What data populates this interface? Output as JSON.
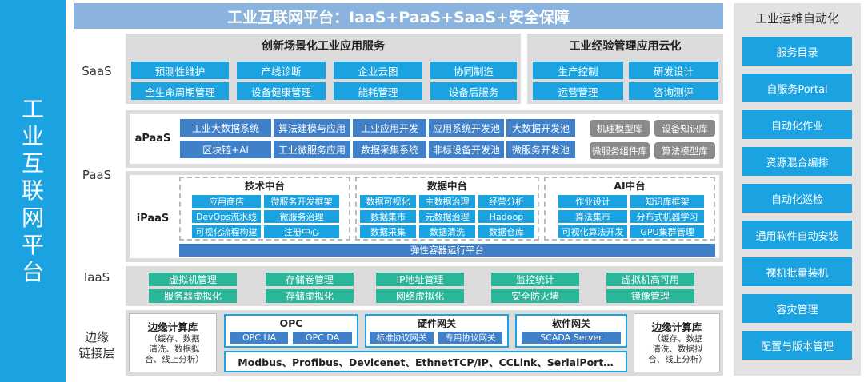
{
  "left_title": [
    "工",
    "业",
    "互",
    "联",
    "网",
    "平",
    "台"
  ],
  "banner": "工业互联网平台：IaaS+PaaS+SaaS+安全保障",
  "ops": {
    "title": "工业运维自动化",
    "items": [
      "服务目录",
      "自服务Portal",
      "自动化作业",
      "资源混合编排",
      "自动化巡检",
      "通用软件自动安装",
      "裸机批量装机",
      "容灾管理",
      "配置与版本管理"
    ]
  },
  "layers": {
    "saas": "SaaS",
    "paas": "PaaS",
    "iaas": "IaaS",
    "edge": [
      "边缘",
      "链接层"
    ]
  },
  "saas": {
    "left_title": "创新场景化工业应用服务",
    "left_items": [
      "预测性维护",
      "产线诊断",
      "企业云图",
      "协同制造",
      "全生命周期管理",
      "设备健康管理",
      "能耗管理",
      "设备后服务"
    ],
    "right_title": "工业经验管理应用云化",
    "right_items": [
      "生产控制",
      "研发设计",
      "运营管理",
      "咨询测评"
    ]
  },
  "apaas": {
    "label": "aPaaS",
    "items": [
      "工业大数据系统",
      "算法建模与应用",
      "工业应用开发",
      "应用系统开发池",
      "大数据开发池",
      "区块链+AI",
      "工业微服务应用",
      "数据采集系统",
      "非标设备开发池",
      "微服务开发池"
    ],
    "gray_items": [
      "机理模型库",
      "设备知识库",
      "微服务组件库",
      "算法模型库"
    ]
  },
  "ipaas": {
    "label": "iPaaS",
    "tech": {
      "title": "技术中台",
      "items": [
        "应用商店",
        "微服务开发框架",
        "DevOps流水线",
        "微服务治理",
        "可视化流程构建",
        "注册中心"
      ]
    },
    "data": {
      "title": "数据中台",
      "items": [
        "数据可视化",
        "主数据治理",
        "经营分析",
        "数据集市",
        "元数据治理",
        "Hadoop",
        "数据采集",
        "数据清洗",
        "数据仓库"
      ]
    },
    "ai": {
      "title": "AI中台",
      "items": [
        "作业设计",
        "知识库框架",
        "算法集市",
        "分布式机器学习",
        "可视化算法开发",
        "GPU集群管理"
      ]
    },
    "bar": "弹性容器运行平台"
  },
  "iaas": {
    "items": [
      "虚拟机管理",
      "存储卷管理",
      "IP地址管理",
      "监控统计",
      "虚拟机高可用",
      "服务器虚拟化",
      "存储虚拟化",
      "网络虚拟化",
      "安全防火墙",
      "镜像管理"
    ]
  },
  "edge": {
    "lib_title": "边缘计算库",
    "lib_desc": [
      "（缓存、数据",
      "清洗、数据拟",
      "合、线上分析）"
    ],
    "opc": {
      "title": "OPC",
      "items": [
        "OPC UA",
        "OPC DA"
      ]
    },
    "hw": {
      "title": "硬件网关",
      "items": [
        "标准协议网关",
        "专用协议网关"
      ]
    },
    "sw": {
      "title": "软件网关",
      "items": [
        "SCADA Server"
      ]
    },
    "protocols": "Modbus、Profibus、Devicenet、EthnetTCP/IP、CCLink、SerialPort…"
  },
  "colors": {
    "primary": "#1aa3e0",
    "steel": "#3f80c8",
    "green": "#2bb69a",
    "banner": "#8ab3de",
    "panel": "#dcdcdc"
  }
}
